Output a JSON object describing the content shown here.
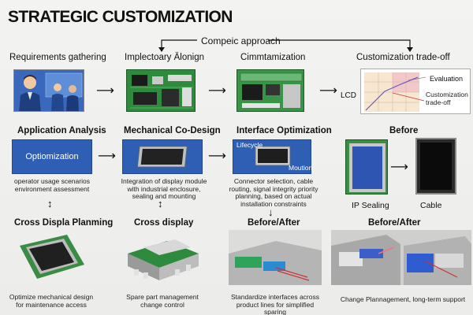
{
  "title": "STRATEGIC CUSTOMIZATION",
  "top_connector_label": "Compeic approach",
  "row1": {
    "step1": "Requirements gathering",
    "step2": "Implectoary Älonign",
    "step3": "Cimmtamization",
    "step4": "Customization trade-off",
    "lcd_label": "LCD",
    "chart_evaluation": "Evaluation",
    "chart_tradeoff": "Customization trade-off"
  },
  "row2": {
    "step1": "Application Analysis",
    "step2": "Mechanical Co-Design",
    "step3": "Interface Optimization",
    "step4": "Before",
    "box_label": "Optiomization",
    "lifecycle": "Lifecycle",
    "moution": "Moution",
    "cap1": "operator usage scenarios environment assessment",
    "cap2": "Integration of display module with industrial enclosure, sealing and mounting",
    "cap3": "Connector selection, cable routing, signal integrity priority planning, based on actual installation constraints",
    "ip_sealing": "IP Sealing",
    "cable": "Cable"
  },
  "row3": {
    "step1": "Cross Displa Planming",
    "step2": "Cross display",
    "step3": "Before/After",
    "step4": "Before/After",
    "cap1": "Optimize mechanical design for maintenance access",
    "cap2": "Spare part management change control",
    "cap3": "Standardize interfaces across product lines for simplified sparing",
    "cap4": "Change Plannagement, long-term support"
  },
  "colors": {
    "accent_blue": "#2f5fb4",
    "pcb_green": "#2e8a3c",
    "background": "#efefed"
  }
}
